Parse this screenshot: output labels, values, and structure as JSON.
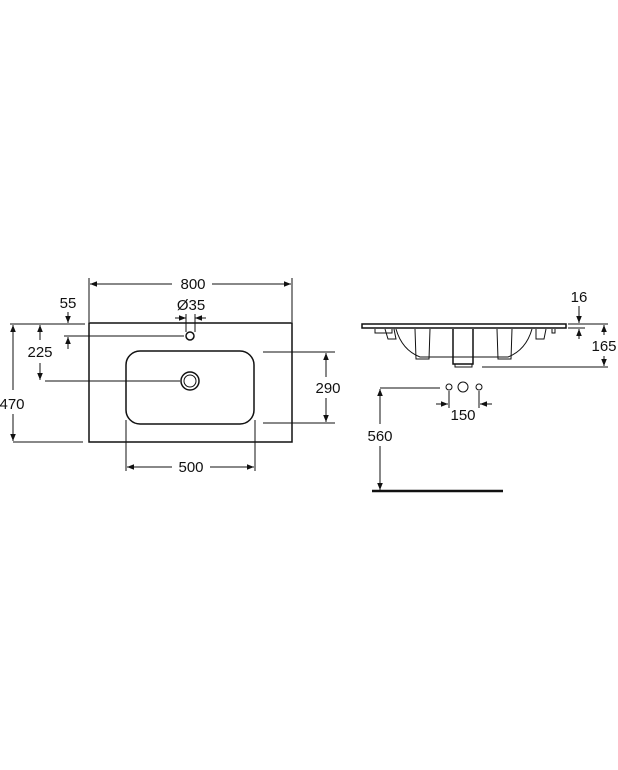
{
  "top_view": {
    "width": "800",
    "tap_hole_diameter": "Ø35",
    "tap_hole_offset": "55",
    "drain_offset": "225",
    "depth": "470",
    "bowl_depth": "290",
    "bowl_width": "500"
  },
  "side_view": {
    "rim_thickness": "16",
    "height": "165",
    "pipe_spacing": "150",
    "mounting_height": "560"
  }
}
